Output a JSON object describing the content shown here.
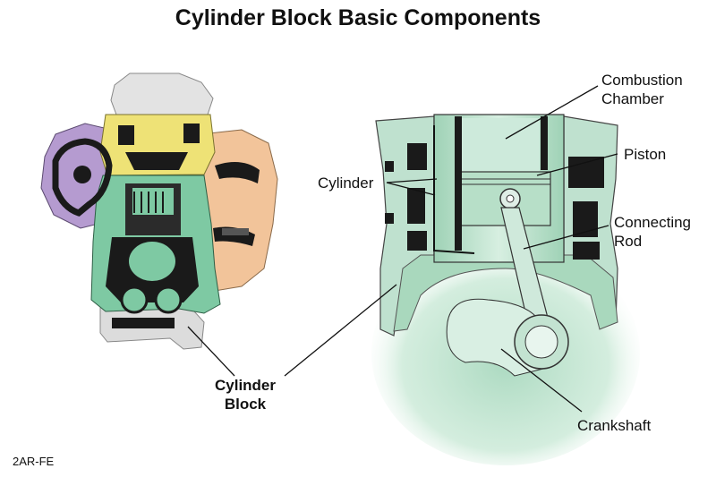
{
  "title": "Cylinder Block Basic Components",
  "labels": {
    "combustion_chamber": [
      "Combustion",
      "Chamber"
    ],
    "piston": "Piston",
    "cylinder": "Cylinder",
    "connecting_rod": [
      "Connecting",
      "Rod"
    ],
    "cylinder_block": [
      "Cylinder",
      "Block"
    ],
    "crankshaft": "Crankshaft"
  },
  "footnote": "2AR-FE",
  "colors": {
    "block_green": "#7ec9a3",
    "head_yellow": "#eee276",
    "cover_purple": "#b59bd0",
    "manifold_orange": "#f2c49a",
    "pan_gray": "#dcdcdc",
    "section_green": "#bfe1cf",
    "section_dark": "#1a1a1a"
  }
}
